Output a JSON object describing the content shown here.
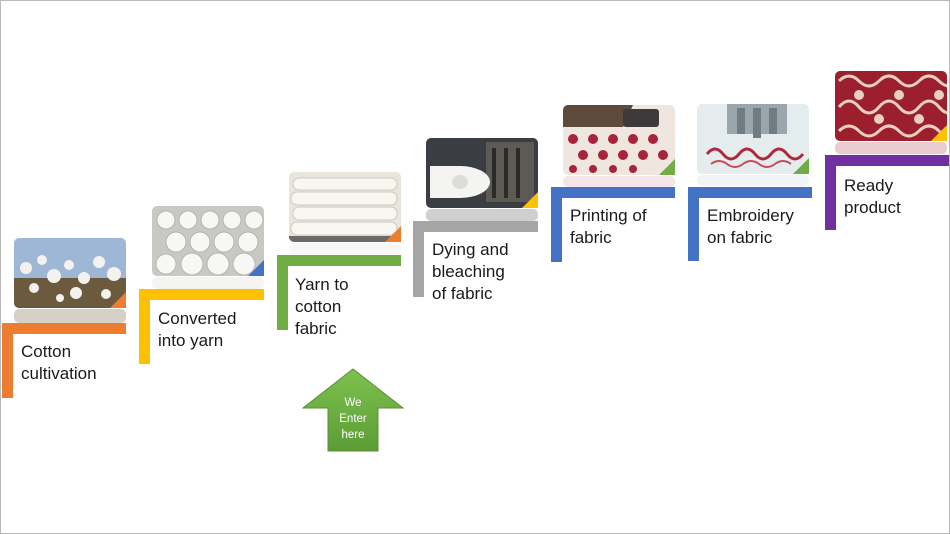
{
  "steps": [
    {
      "label": "Cotton\ncultivation",
      "color": "#ED7D31",
      "photo": "cotton-plant"
    },
    {
      "label": "Converted\ninto yarn",
      "color": "#FFC000",
      "photo": "yarn-spools"
    },
    {
      "label": "Yarn to\ncotton\nfabric",
      "color": "#70AD47",
      "photo": "fabric-rolls"
    },
    {
      "label": "Dying and\nbleaching\nof fabric",
      "color": "#A5A5A5",
      "photo": "bleaching-machine"
    },
    {
      "label": "Printing of\nfabric",
      "color": "#4472C4",
      "photo": "block-printing"
    },
    {
      "label": "Embroidery\non fabric",
      "color": "#4472C4",
      "photo": "embroidery-machine"
    },
    {
      "label": "Ready\nproduct",
      "color": "#7030A0",
      "photo": "printed-fabric"
    }
  ],
  "callout": {
    "text": "We\nEnter\nhere",
    "color": "#70AD47"
  }
}
